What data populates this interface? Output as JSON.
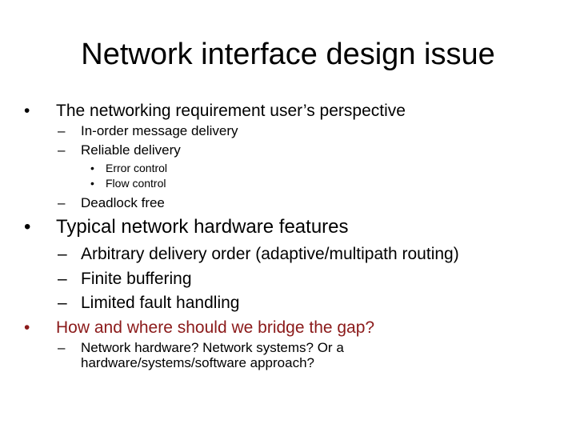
{
  "slide": {
    "title": "Network interface design issue",
    "bullet_marker": "•",
    "dash_marker": "–",
    "items": {
      "req_heading": "The networking requirement user’s perspective",
      "in_order": "In-order message delivery",
      "reliable": "Reliable delivery",
      "error_control": "Error control",
      "flow_control": "Flow control",
      "deadlock": "Deadlock free",
      "hw_heading": "Typical network hardware features",
      "arbitrary": "Arbitrary delivery order (adaptive/multipath routing)",
      "finite": "Finite buffering",
      "limited": "Limited fault handling",
      "question": "How and where should we bridge the gap?",
      "answer_line1": "Network hardware? Network systems? Or a",
      "answer_line2": "hardware/systems/software approach?"
    }
  },
  "colors": {
    "text": "#000000",
    "accent": "#8B1A1A",
    "background": "#ffffff"
  }
}
